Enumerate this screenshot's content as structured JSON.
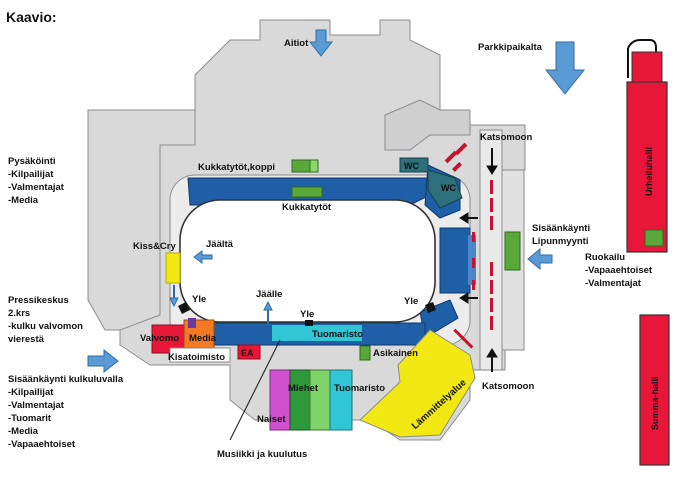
{
  "title": "Kaavio:",
  "labels": {
    "aitiot": "Aitiot",
    "parkkipaikalta": "Parkkipaikalta",
    "katsomoon_top": "Katsomoon",
    "katsomoon_bottom": "Katsomoon",
    "kukkatytot_koppi": "Kukkatytöt,koppi",
    "kukkatytot": "Kukkatytöt",
    "wc1": "WC",
    "wc2": "WC",
    "kisscry": "Kiss&Cry",
    "jaalta": "Jäältä",
    "jaalle": "Jäälle",
    "yle_left": "Yle",
    "yle_mid": "Yle",
    "yle_right": "Yle",
    "tuomaristo_top": "Tuomaristo",
    "valvomo": "Valvomo",
    "media": "Media",
    "kisatoimisto": "Kisatoimisto",
    "ea": "EA",
    "asikainen": "Asikainen",
    "miehet": "Miehet",
    "tuomaristo_bottom": "Tuomaristo",
    "naiset": "Naiset",
    "lammittelyalue": "Lämmittelyalue",
    "musiikki": "Musiikki ja kuulutus",
    "urheiluhalli": "Urheiluhalli",
    "summa_halli": "Summa-halli"
  },
  "notes": {
    "pysakointi": [
      "Pysäköinti",
      "-Kilpailijat",
      "-Valmentajat",
      "-Media"
    ],
    "pressikeskus": [
      "Pressikeskus",
      "2.krs",
      "-kulku valvomon",
      "vierestä"
    ],
    "sisaankaynti_kulkuluvalla": [
      "Sisäänkäynti kulkuluvalla",
      "-Kilpailijat",
      "-Valmentajat",
      "-Tuomarit",
      "-Media",
      "-Vapaaehtoiset"
    ],
    "sisaankaynti_lipun": [
      "Sisäänkäynti",
      "Lipunmyynti"
    ],
    "ruokailu": [
      "Ruokailu",
      "-Vapaaehtoiset",
      "-Valmentajat"
    ]
  },
  "colors": {
    "building": "#d9d9d9",
    "building_stroke": "#8c8c8c",
    "corridor": "#ececec",
    "stand_blue": "#1f5fa8",
    "arrow_blue": "#5b9bd5",
    "red_hall": "#e8173a",
    "green": "#5aa83a",
    "yellow": "#f2e813",
    "teal": "#2d6f7a"
  }
}
